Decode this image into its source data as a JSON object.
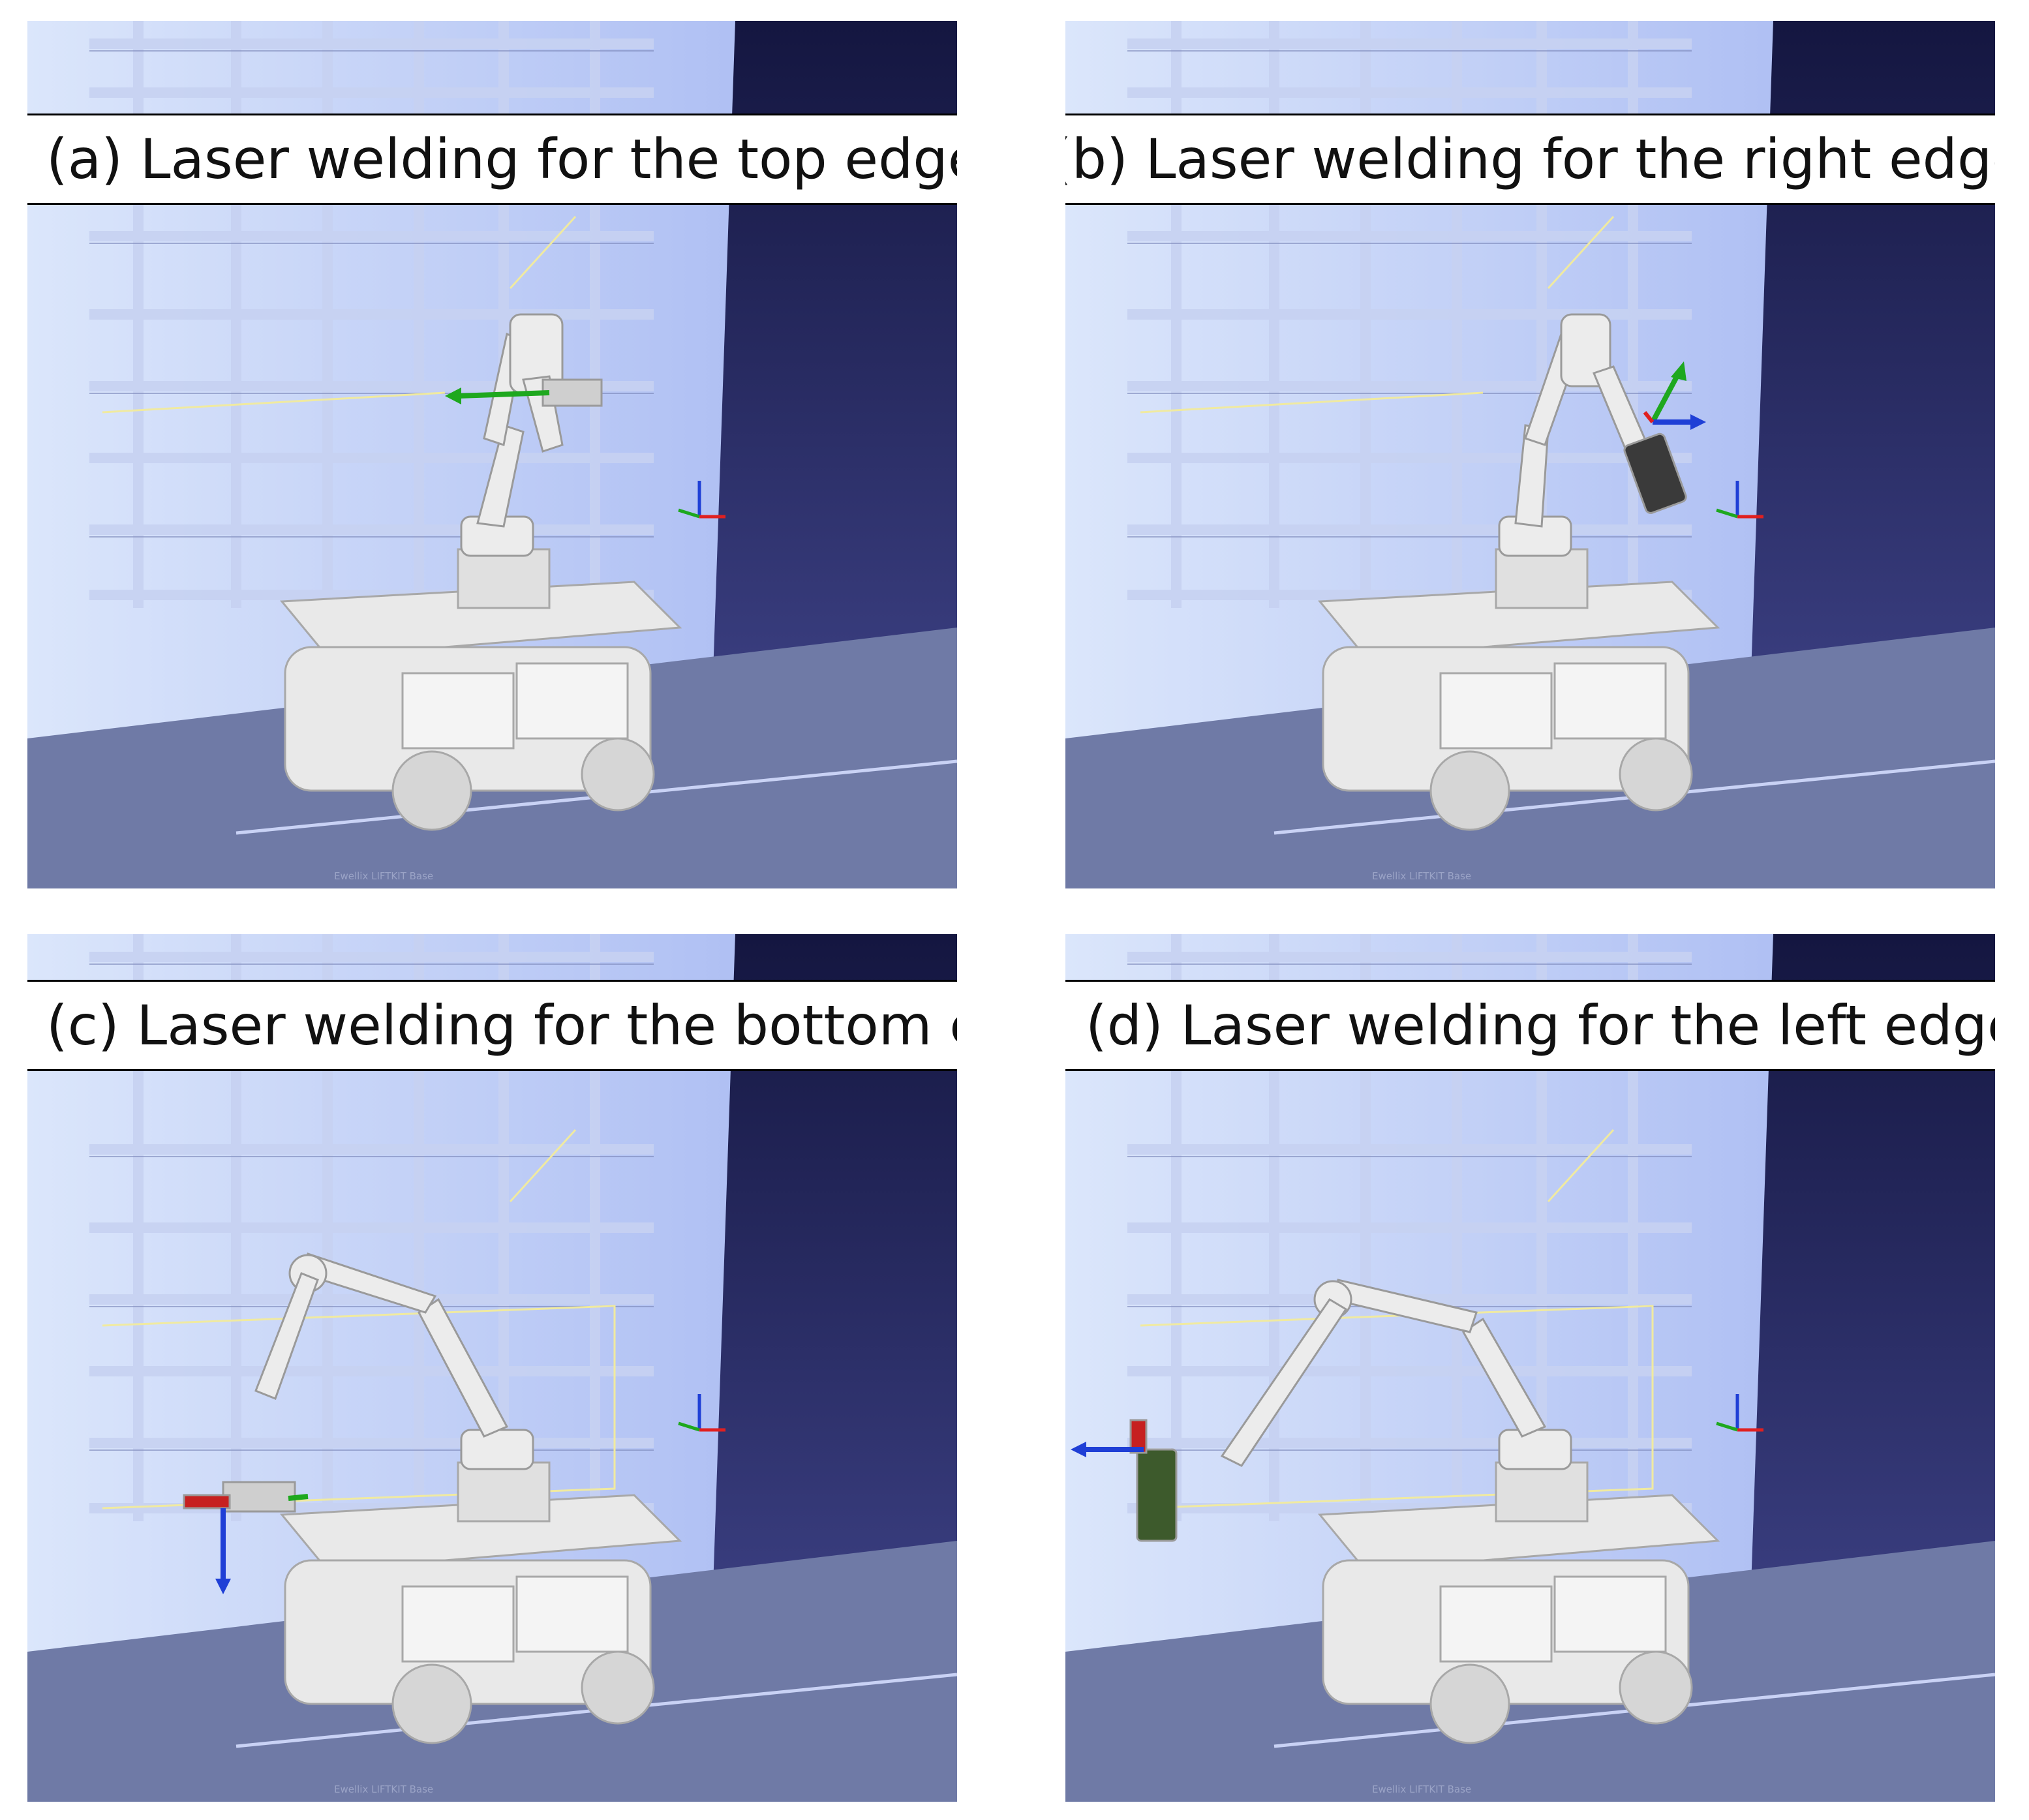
{
  "panels": [
    {
      "id": "a",
      "caption": "(a) Laser welding for the top edge",
      "watermark": "Ewellix LIFTKIT Base",
      "weld_edge": "top"
    },
    {
      "id": "b",
      "caption": "(b) Laser welding for the right edge",
      "watermark": "Ewellix LIFTKIT Base",
      "weld_edge": "right"
    },
    {
      "id": "c",
      "caption": "(c) Laser welding for the bottom edge",
      "watermark": "Ewellix LIFTKIT Base",
      "weld_edge": "bottom"
    },
    {
      "id": "d",
      "caption": "(d) Laser welding for the left edge",
      "watermark": "Ewellix LIFTKIT Base",
      "weld_edge": "left"
    }
  ],
  "colors": {
    "wall_light": "#dbe6fb",
    "wall_mid": "#a9b8ef",
    "wall_dark": "#1e2152",
    "floor": "#6f7aa6",
    "grid_bar": "#c7d2f2",
    "robot": "#e9e9e9",
    "axis_x": "#e02020",
    "axis_y": "#1ea81e",
    "axis_z": "#1f3fd6"
  }
}
